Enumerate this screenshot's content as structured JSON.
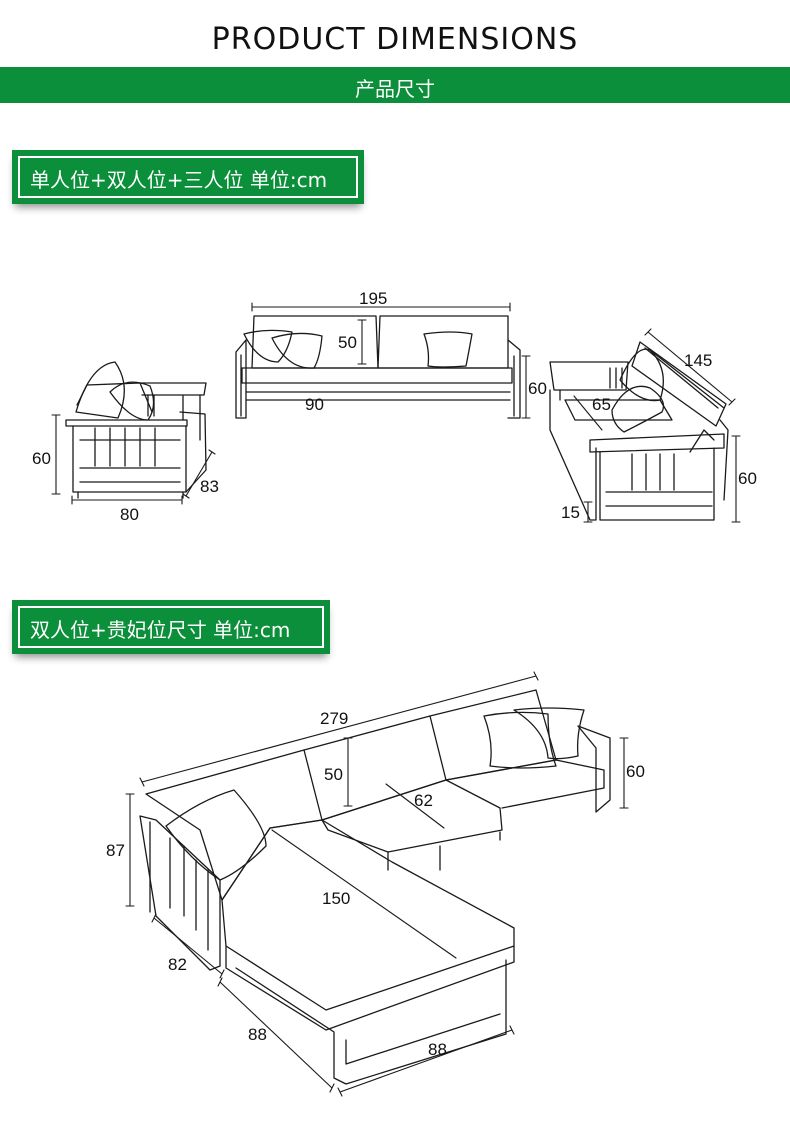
{
  "header": {
    "title": "PRODUCT DIMENSIONS",
    "subtitle": "产品尺寸"
  },
  "sections": [
    {
      "label": "单人位+双人位+三人位 单位:cm"
    },
    {
      "label": "双人位+贵妃位尺寸 单位:cm"
    }
  ],
  "set1_dims": {
    "single_height": "60",
    "single_width": "80",
    "single_depth": "83",
    "loveseat_width": "195",
    "loveseat_back": "50",
    "loveseat_seat": "90",
    "loveseat_height": "60",
    "three_length": "145",
    "three_seat": "65",
    "three_height": "60",
    "three_leg": "15"
  },
  "set2_dims": {
    "total_length": "279",
    "back_height": "50",
    "seat_depth": "62",
    "arm_height": "60",
    "chaise_height": "87",
    "chaise_length": "150",
    "chaise_side": "82",
    "base_left": "88",
    "base_right": "88"
  },
  "colors": {
    "brand_green": "#0b8f3a",
    "line": "#1a1a1a"
  }
}
